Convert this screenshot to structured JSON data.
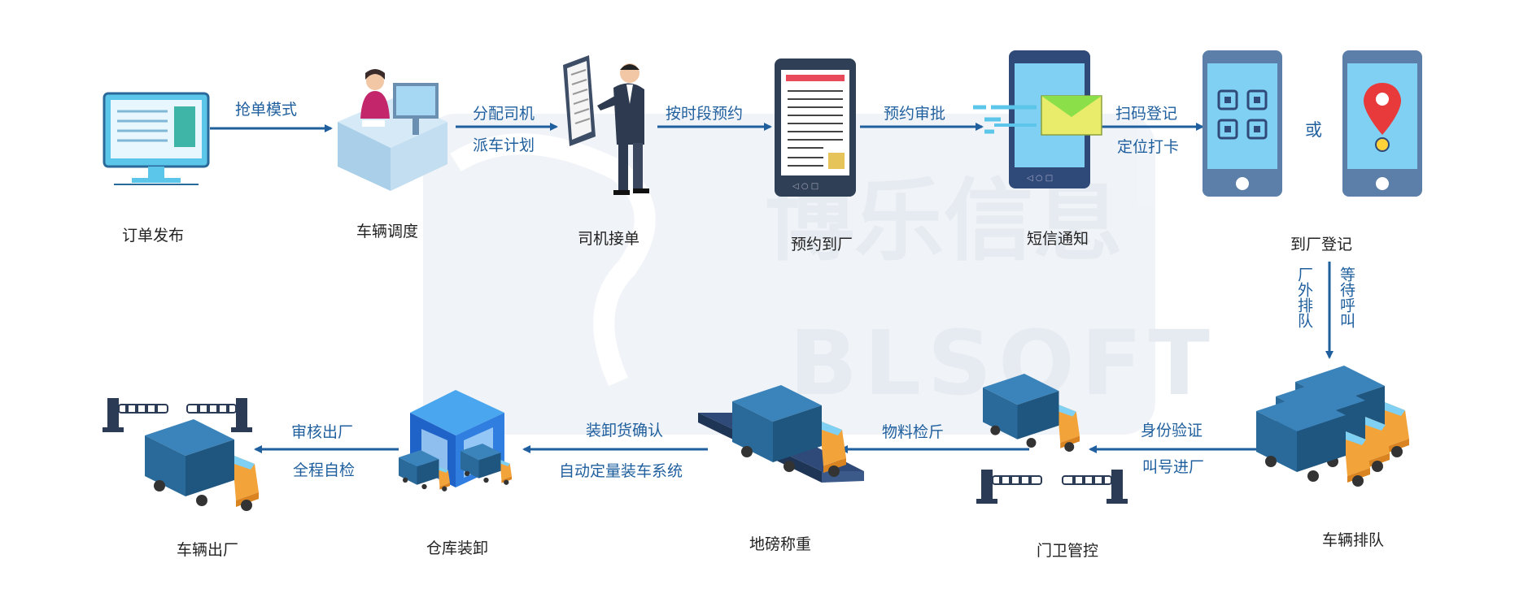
{
  "watermark": {
    "cn": "博乐信息",
    "en": "BLSOFT"
  },
  "nodes": {
    "order_publish": "订单发布",
    "vehicle_dispatch": "车辆调度",
    "driver_accept": "司机接单",
    "reserve_arrival": "预约到厂",
    "sms_notice": "短信通知",
    "arrival_register": "到厂登记",
    "vehicle_queue": "车辆排队",
    "gate_control": "门卫管控",
    "weighbridge": "地磅称重",
    "warehouse_loading": "仓库装卸",
    "vehicle_exit": "车辆出厂"
  },
  "edges": {
    "grab_mode": "抢单模式",
    "assign_driver": "分配司机",
    "dispatch_plan": "派车计划",
    "time_slot_reserve": "按时段预约",
    "reserve_approval": "预约审批",
    "scan_register": "扫码登记",
    "locate_checkin": "定位打卡",
    "or": "或",
    "outside_queue": "厂外排队",
    "wait_call": "等待呼叫",
    "identity_verify": "身份验证",
    "call_enter": "叫号进厂",
    "material_check": "物料检斤",
    "load_confirm": "装卸货确认",
    "auto_loading_system": "自动定量装车系统",
    "audit_exit": "审核出厂",
    "self_check": "全程自检"
  },
  "colors": {
    "arrow": "#1f5f9e",
    "screen": "#7fd0f2",
    "truck_cargo": "#2a6a9a",
    "truck_cab": "#f2a33a",
    "pin": "#e83a3a",
    "envelope": "#8be04a"
  }
}
